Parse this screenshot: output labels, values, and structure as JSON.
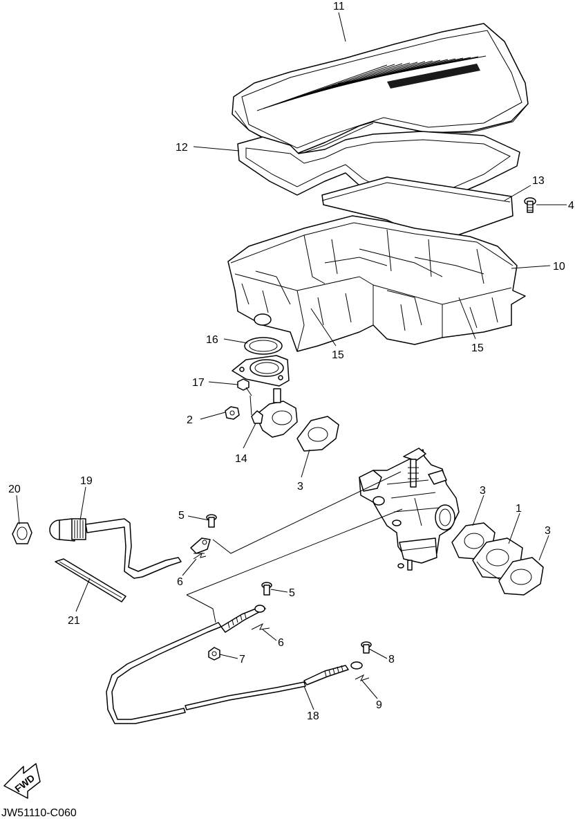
{
  "diagram": {
    "code": "JW51110-C060",
    "fwd_label": "FWD",
    "callouts": {
      "c11": "11",
      "c12": "12",
      "c13": "13",
      "c4": "4",
      "c10": "10",
      "c15a": "15",
      "c15b": "15",
      "c16": "16",
      "c17": "17",
      "c2": "2",
      "c14": "14",
      "c3a": "3",
      "c20": "20",
      "c19": "19",
      "c5a": "5",
      "c6a": "6",
      "c3b": "3",
      "c1": "1",
      "c3c": "3",
      "c21": "21",
      "c5b": "5",
      "c6b": "6",
      "c7": "7",
      "c8": "8",
      "c9": "9",
      "c18": "18"
    }
  }
}
